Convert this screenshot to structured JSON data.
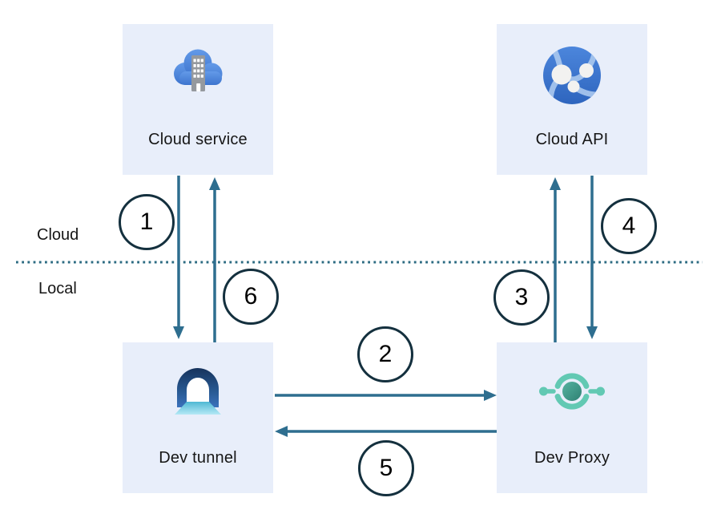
{
  "zones": {
    "cloud_label": "Cloud",
    "local_label": "Local"
  },
  "nodes": {
    "cloud_service": {
      "label": "Cloud service",
      "icon": "cloud-building-icon"
    },
    "cloud_api": {
      "label": "Cloud API",
      "icon": "globe-network-icon"
    },
    "dev_tunnel": {
      "label": "Dev tunnel",
      "icon": "tunnel-icon"
    },
    "dev_proxy": {
      "label": "Dev Proxy",
      "icon": "proxy-icon"
    }
  },
  "steps": {
    "s1": "1",
    "s2": "2",
    "s3": "3",
    "s4": "4",
    "s5": "5",
    "s6": "6"
  },
  "edges": [
    {
      "step": "1",
      "from": "cloud_service",
      "to": "dev_tunnel",
      "direction": "down"
    },
    {
      "step": "2",
      "from": "dev_tunnel",
      "to": "dev_proxy",
      "direction": "right"
    },
    {
      "step": "3",
      "from": "dev_proxy",
      "to": "cloud_api",
      "direction": "up"
    },
    {
      "step": "4",
      "from": "cloud_api",
      "to": "dev_proxy",
      "direction": "down"
    },
    {
      "step": "5",
      "from": "dev_proxy",
      "to": "dev_tunnel",
      "direction": "left"
    },
    {
      "step": "6",
      "from": "dev_tunnel",
      "to": "cloud_service",
      "direction": "up"
    }
  ],
  "colors": {
    "node_fill": "#E8EEFA",
    "arrow": "#2E6E8F",
    "divider_dotted": "#2C6B82",
    "step_circle_border": "#14303E",
    "cloud_icon_blue": "#4B80D6",
    "building_gray": "#95999E",
    "api_icon_blue": "#3B76CC",
    "tunnel_icon_navy": "#1C3C6A",
    "tunnel_floor_cyan": "#55BED9",
    "proxy_icon_teal": "#62C9B3"
  }
}
